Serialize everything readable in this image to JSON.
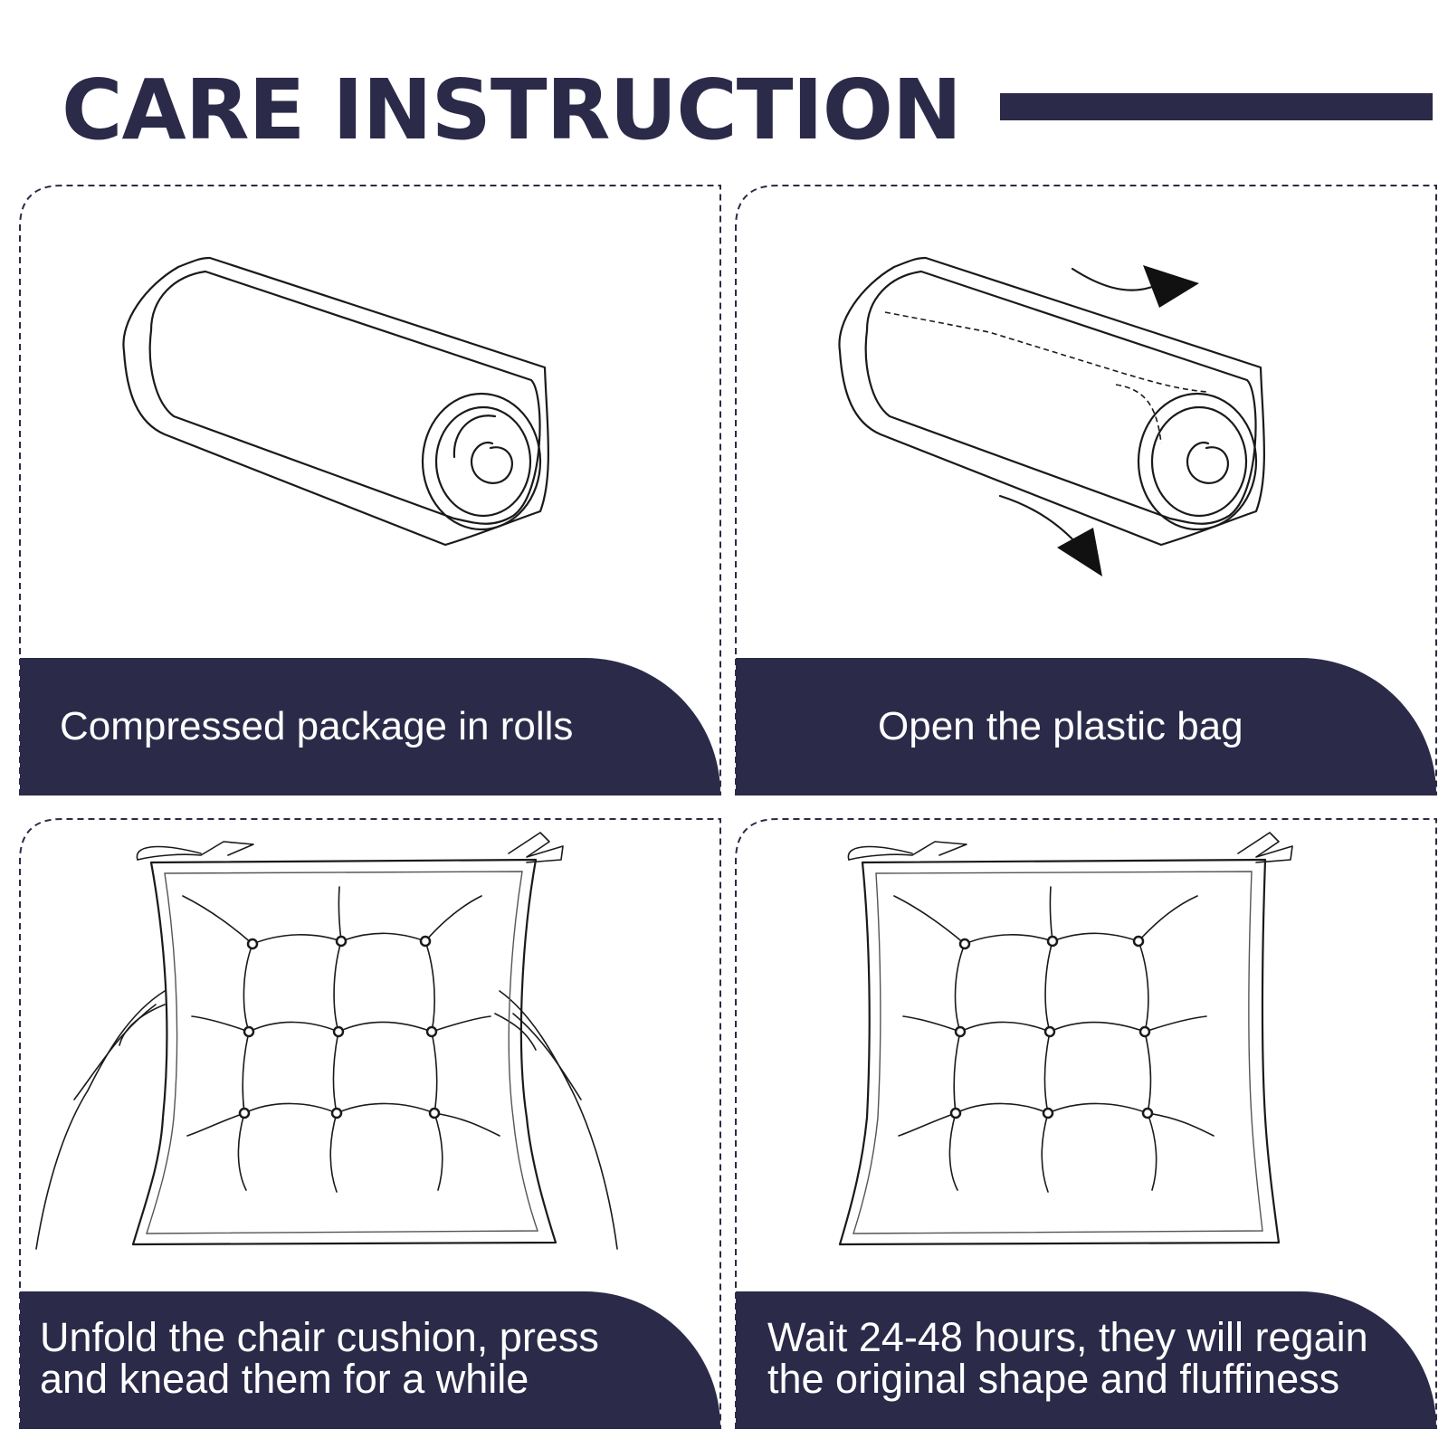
{
  "header": {
    "title": "CARE INSTRUCTION"
  },
  "colors": {
    "brand_navy": "#2b2a49",
    "caption_text": "#ffffff",
    "frame_dash": "#2b2a49"
  },
  "steps": [
    {
      "illustration": "rolled-cushion-icon",
      "caption_lines": [
        "Compressed package in rolls"
      ]
    },
    {
      "illustration": "opening-roll-icon",
      "caption_lines": [
        "Open the plastic bag"
      ]
    },
    {
      "illustration": "hands-kneading-cushion-icon",
      "caption_lines": [
        "Unfold the chair cushion, press",
        "and knead them for a while"
      ]
    },
    {
      "illustration": "fluffed-cushion-icon",
      "caption_lines": [
        "Wait 24-48 hours, they will regain",
        "the original shape and fluffiness"
      ]
    }
  ]
}
